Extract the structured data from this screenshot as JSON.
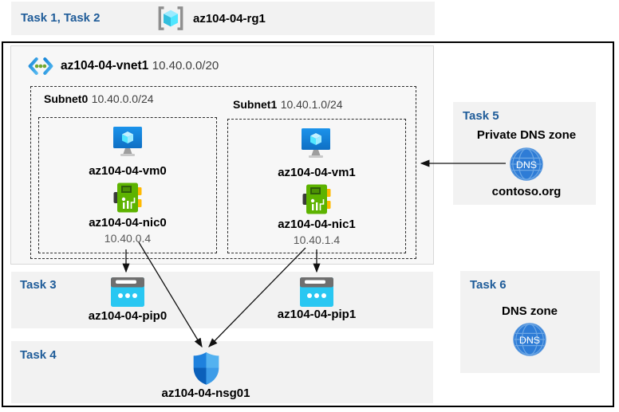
{
  "colors": {
    "task_heading_blue": "#1f5c99",
    "panel_gray": "#f2f2f2",
    "vnet_panel_gray": "#f7f7f7",
    "outline_black": "#000000",
    "cyan_accent": "#29c7f2",
    "green_nic": "#5db300",
    "dns_blue": "#2e7cd6"
  },
  "resource_group": {
    "task_label": "Task 1, Task 2",
    "name": "az104-04-rg1",
    "icon": "resource-group-icon"
  },
  "vnet": {
    "name": "az104-04-vnet1",
    "cidr": "10.40.0.0/20",
    "icon": "virtual-network-icon"
  },
  "subnets": [
    {
      "name": "Subnet0",
      "cidr": "10.40.0.0/24",
      "vm": {
        "name": "az104-04-vm0",
        "icon": "virtual-machine-icon"
      },
      "nic": {
        "name": "az104-04-nic0",
        "ip": "10.40.0.4",
        "icon": "network-interface-icon"
      }
    },
    {
      "name": "Subnet1",
      "cidr": "10.40.1.0/24",
      "vm": {
        "name": "az104-04-vm1",
        "icon": "virtual-machine-icon"
      },
      "nic": {
        "name": "az104-04-nic1",
        "ip": "10.40.1.4",
        "icon": "network-interface-icon"
      }
    }
  ],
  "task3": {
    "label": "Task 3",
    "public_ips": [
      {
        "name": "az104-04-pip0",
        "icon": "public-ip-icon"
      },
      {
        "name": "az104-04-pip1",
        "icon": "public-ip-icon"
      }
    ]
  },
  "task4": {
    "label": "Task 4",
    "nsg": {
      "name": "az104-04-nsg01",
      "icon": "nsg-shield-icon"
    }
  },
  "task5": {
    "label": "Task 5",
    "heading": "Private DNS zone",
    "zone_name": "contoso.org",
    "icon": "dns-globe-icon",
    "icon_text": "DNS"
  },
  "task6": {
    "label": "Task 6",
    "heading": "DNS zone",
    "icon": "dns-globe-icon",
    "icon_text": "DNS"
  }
}
